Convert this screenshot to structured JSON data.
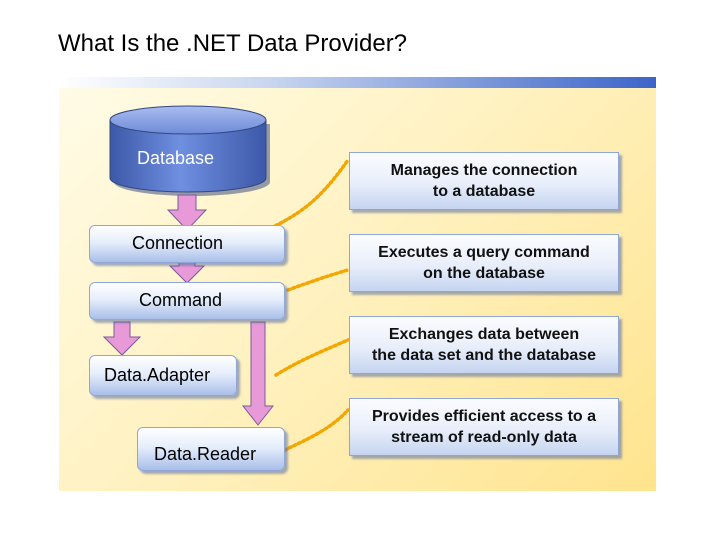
{
  "slide": {
    "title": "What Is the .NET Data Provider?"
  },
  "components": {
    "database": "Database",
    "connection": "Connection",
    "command": "Command",
    "data_adapter": "Data.Adapter",
    "data_reader": "Data.Reader"
  },
  "descriptions": {
    "connection": "Manages the connection\nto a database",
    "command": "Executes a query command\non the database",
    "data_adapter": "Exchanges data between\nthe data set and the database",
    "data_reader": "Provides efficient access to a\nstream of read-only data"
  },
  "colors": {
    "arrow_fill": "#e89ad8",
    "arrow_stroke": "#7a5a9a",
    "connector": "#f2a600",
    "cylinder": "#5b78c8",
    "panel": "#fff2c2"
  }
}
